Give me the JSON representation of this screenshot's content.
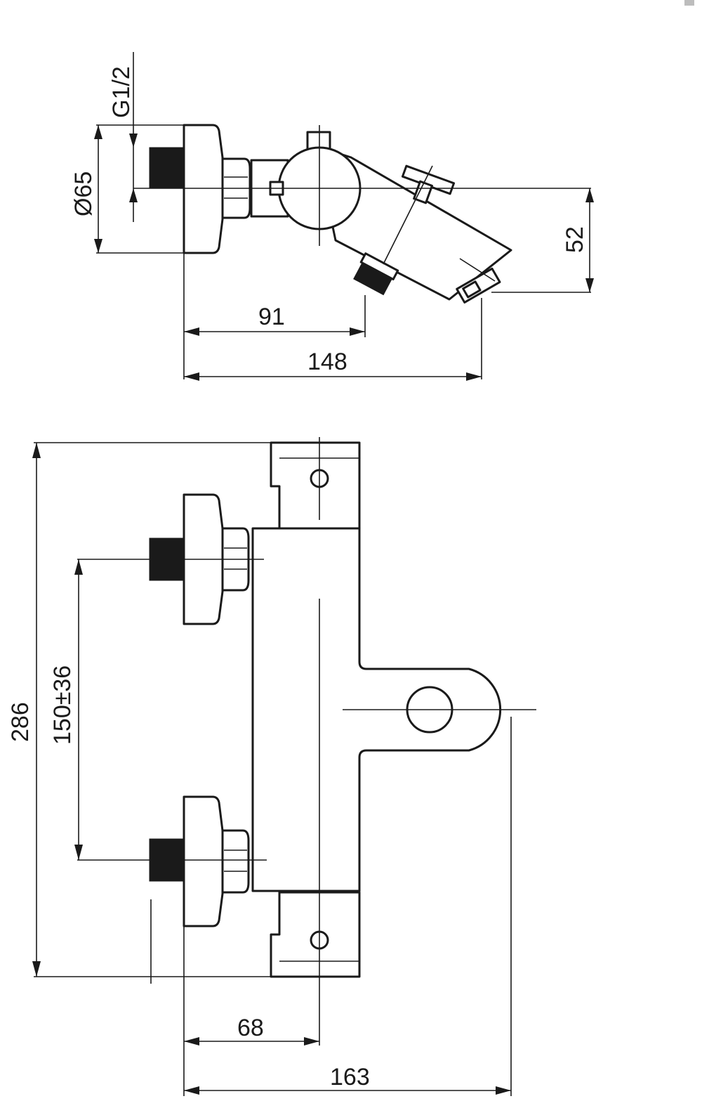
{
  "colors": {
    "line": "#1a1a1a",
    "background": "#ffffff",
    "corner_mark": "#bdbdbd"
  },
  "dimensions": {
    "thread": "G1/2",
    "diameter": "Ø65",
    "spout_height": "52",
    "outlet_offset": "91",
    "total_depth_top": "148",
    "total_height": "286",
    "inlet_spacing": "150±36",
    "wall_to_axis": "68",
    "total_depth_front": "163"
  }
}
